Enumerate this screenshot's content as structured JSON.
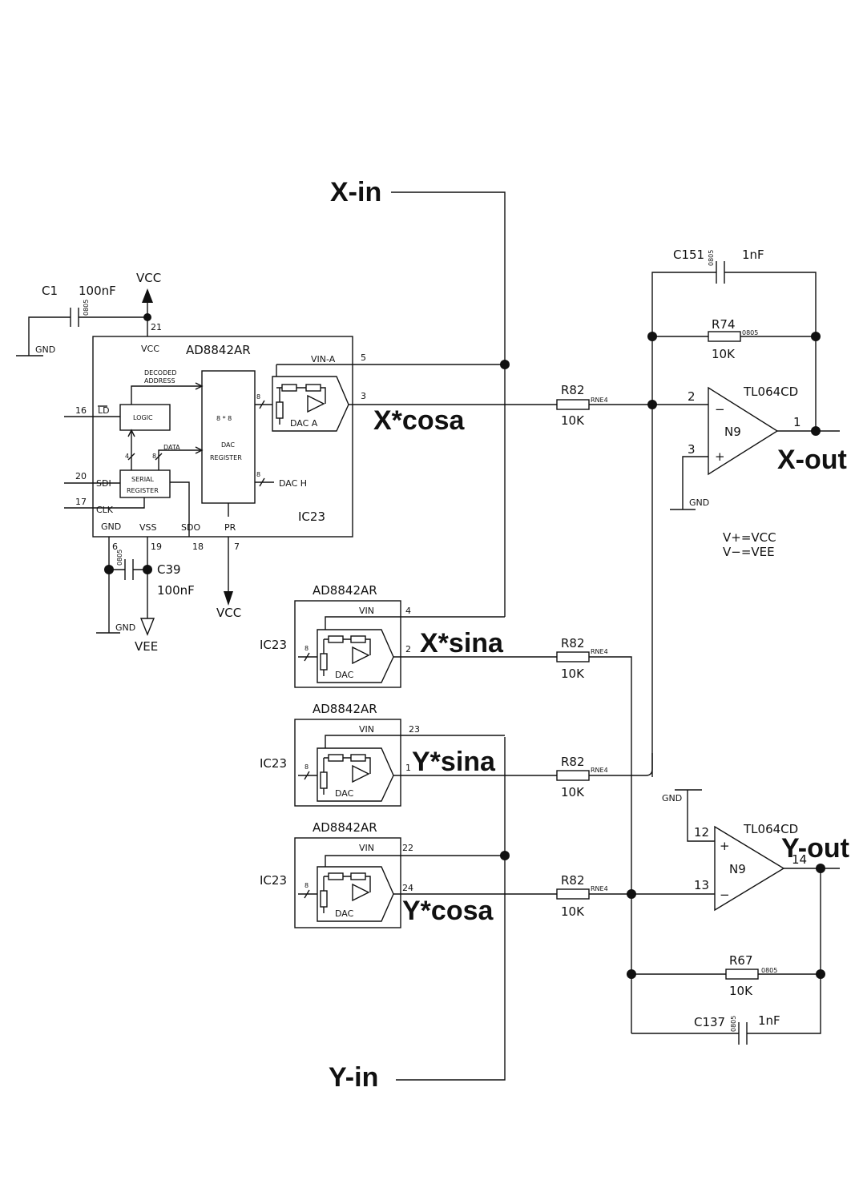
{
  "signals": {
    "x_in": "X-in",
    "y_in": "Y-in",
    "x_cosa": "X*cosa",
    "x_sina": "X*sina",
    "y_sina": "Y*sina",
    "y_cosa": "Y*cosa",
    "x_out": "X-out",
    "y_out": "Y-out"
  },
  "main_ic": {
    "part": "AD8842AR",
    "ref": "IC23",
    "vcc_pin_label": "VCC",
    "vin_a": "VIN-A",
    "dac_a": "DAC A",
    "dac_h": "DAC H",
    "logic": "LOGIC",
    "decoded_address_1": "DECODED",
    "decoded_address_2": "ADDRESS",
    "data": "DATA",
    "serial_register_1": "SERIAL",
    "serial_register_2": "REGISTER",
    "dac_register_title": "8 * 8",
    "dac_register_1": "DAC",
    "dac_register_2": "REGISTER",
    "pin_ld": "LD",
    "pin_sdi": "SDI",
    "pin_clk": "CLK",
    "pin_gnd": "GND",
    "pin_vss": "VSS",
    "pin_sdo": "SDO",
    "pin_pr": "PR",
    "pins": {
      "vcc": "21",
      "vin": "5",
      "out": "3",
      "ld": "16",
      "sdi": "20",
      "clk": "17",
      "gnd": "6",
      "vss": "19",
      "sdo": "18",
      "pr": "7"
    },
    "bus8": "8",
    "bus4": "4"
  },
  "rails": {
    "vcc": "VCC",
    "vee": "VEE",
    "gnd": "GND"
  },
  "caps": {
    "c1": "C1",
    "c1_val": "100nF",
    "c39": "C39",
    "c39_val": "100nF",
    "c151": "C151",
    "c151_val": "1nF",
    "c137": "C137",
    "c137_val": "1nF",
    "pkg": "0805"
  },
  "resistors": {
    "r82": "R82",
    "r82_val": "10K",
    "rne4": "RNE4",
    "r74": "R74",
    "r74_val": "10K",
    "r67": "R67",
    "r67_val": "10K",
    "pkg": "0805"
  },
  "dac_blocks": [
    {
      "part": "AD8842AR",
      "ref": "IC23",
      "vin": "VIN",
      "dac": "DAC",
      "vin_pin": "4",
      "out_pin": "2",
      "bus": "8"
    },
    {
      "part": "AD8842AR",
      "ref": "IC23",
      "vin": "VIN",
      "dac": "DAC",
      "vin_pin": "23",
      "out_pin": "1",
      "bus": "8"
    },
    {
      "part": "AD8842AR",
      "ref": "IC23",
      "vin": "VIN",
      "dac": "DAC",
      "vin_pin": "22",
      "out_pin": "24",
      "bus": "8"
    }
  ],
  "opamp_x": {
    "part": "TL064CD",
    "ref": "N9",
    "pin_inv": "2",
    "pin_noninv": "3",
    "pin_out": "1",
    "minus": "−",
    "plus": "+"
  },
  "opamp_y": {
    "part": "TL064CD",
    "ref": "N9",
    "pin_noninv": "12",
    "pin_inv": "13",
    "pin_out": "14",
    "minus": "−",
    "plus": "+"
  },
  "supply_note_1": "V+=VCC",
  "supply_note_2": "V−=VEE"
}
